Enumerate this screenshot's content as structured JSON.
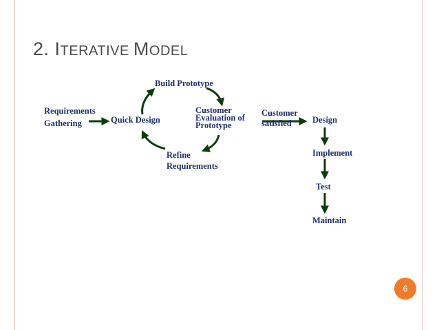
{
  "slide": {
    "title_number": "2. ",
    "title_parts": [
      {
        "cap": "I",
        "rest": "TERATIVE "
      },
      {
        "cap": "M",
        "rest": "ODEL"
      }
    ],
    "page_number": "6"
  },
  "diagram": {
    "nodes": {
      "requirements_gathering": [
        "Requirements",
        "Gathering"
      ],
      "quick_design": [
        "Quick Design"
      ],
      "build_prototype": [
        "Build Prototype"
      ],
      "customer_evaluation": [
        "Customer",
        "Evaluation of",
        "Prototype"
      ],
      "refine_requirements": [
        "Refine",
        "Requirements"
      ],
      "customer_satisfied": [
        "Customer",
        "satisfied"
      ],
      "design": [
        "Design"
      ],
      "implement": [
        "Implement"
      ],
      "test": [
        "Test"
      ],
      "maintain": [
        "Maintain"
      ]
    },
    "colors": {
      "arrow": "#0b3d0b",
      "text": "#1f2f6d",
      "accent": "#f07c2a"
    }
  }
}
